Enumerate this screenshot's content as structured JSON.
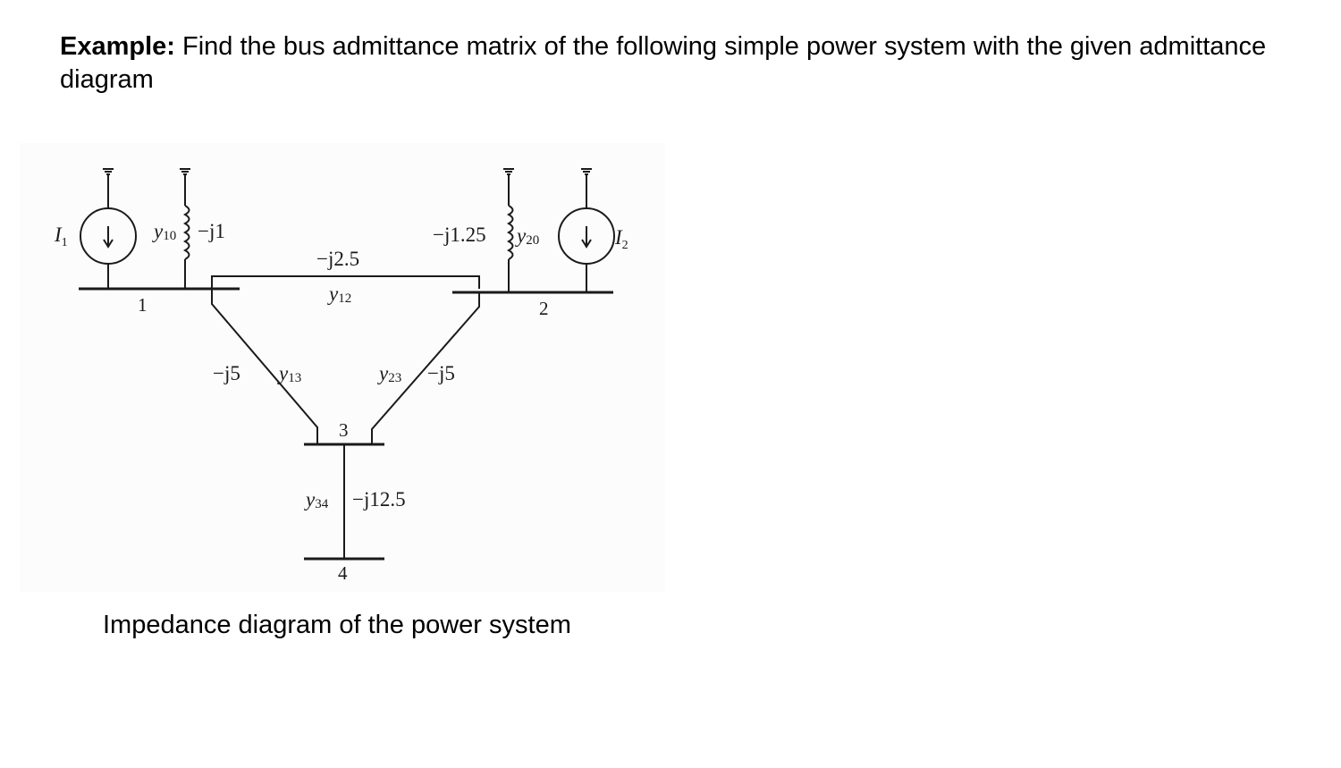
{
  "heading": {
    "prefix": "Example:",
    "text": "Find the bus admittance matrix of the following simple power system with the given admittance diagram"
  },
  "diagram": {
    "sources": [
      {
        "label": "I",
        "sub": "1"
      },
      {
        "label": "I",
        "sub": "2"
      }
    ],
    "shunts": [
      {
        "name": "y",
        "sub": "10",
        "value": "−j1"
      },
      {
        "name": "y",
        "sub": "20",
        "value": "−j1.25"
      }
    ],
    "lines": [
      {
        "name": "y",
        "sub": "12",
        "value": "−j2.5"
      },
      {
        "name": "y",
        "sub": "13",
        "value": "−j5"
      },
      {
        "name": "y",
        "sub": "23",
        "value": "−j5"
      },
      {
        "name": "y",
        "sub": "34",
        "value": "−j12.5"
      }
    ],
    "buses": [
      "1",
      "2",
      "3",
      "4"
    ]
  },
  "caption": "Impedance diagram of the power system"
}
